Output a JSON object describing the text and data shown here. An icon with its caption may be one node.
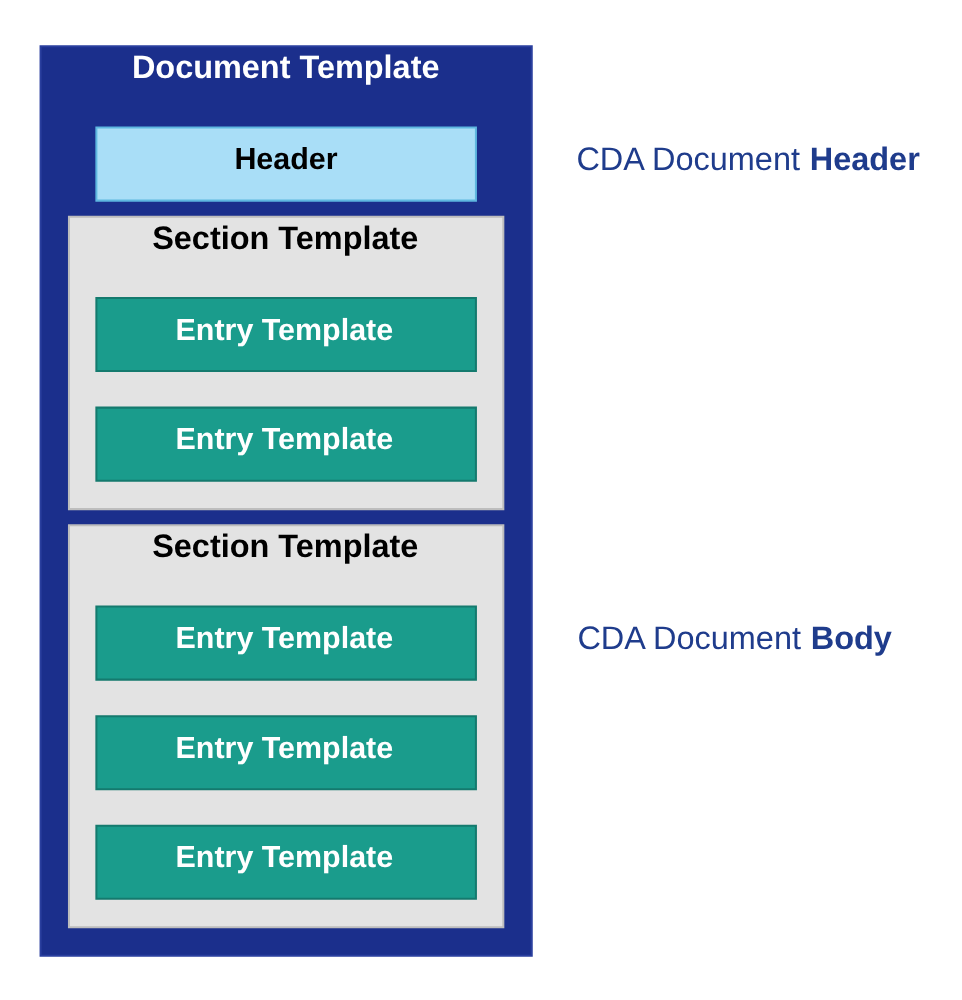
{
  "diagram": {
    "nodes": [
      {
        "text": [
          "Document Template"
        ]
      },
      {
        "text": [
          "Header"
        ],
        "in": 0
      },
      {
        "text": [
          "Section Template"
        ],
        "in": 0
      },
      {
        "text": [
          "Entry Template"
        ],
        "in": 2
      },
      {
        "text": [
          "Entry Template"
        ],
        "in": 2
      },
      {
        "text": [
          "Section Template"
        ],
        "in": 0
      },
      {
        "text": [
          "Entry Template"
        ],
        "in": 5
      },
      {
        "text": [
          "Entry Template"
        ],
        "in": 5
      },
      {
        "text": [
          "Entry Template"
        ],
        "in": 5
      }
    ],
    "labels": [
      "CDA Document **Header**",
      "CDA Document **Body**"
    ]
  }
}
